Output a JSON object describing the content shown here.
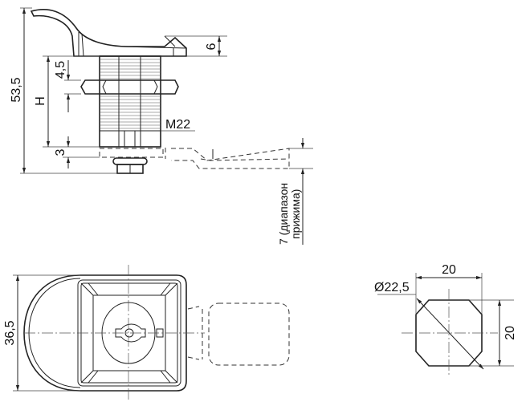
{
  "drawing": {
    "side_view": {
      "overall_height": "53,5",
      "handle_thickness": "6",
      "nut_offset": "4,5",
      "variable_height": "H",
      "cam_thickness": "3",
      "thread": "M22",
      "clamp_range_line1": "7 (диапазон",
      "clamp_range_line2": "прижима)"
    },
    "front_view": {
      "height": "36,5"
    },
    "cutout_view": {
      "width": "20",
      "height": "20",
      "diameter": "Ø22,5"
    }
  }
}
